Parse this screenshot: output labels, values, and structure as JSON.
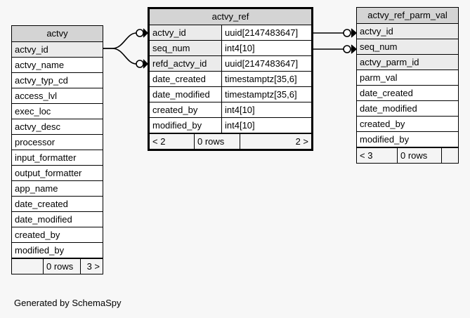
{
  "diagram": {
    "caption": "Generated by SchemaSpy",
    "background": "#f7f7f7",
    "header_fill": "#d4d4d4",
    "key_fill": "#ebebeb",
    "line_color": "#000000"
  },
  "tables": {
    "actvy": {
      "title": "actvy",
      "emphasized": false,
      "columns": [
        {
          "name": "actvy_id",
          "type": "",
          "key": true
        },
        {
          "name": "actvy_name",
          "type": "",
          "key": false
        },
        {
          "name": "actvy_typ_cd",
          "type": "",
          "key": false
        },
        {
          "name": "access_lvl",
          "type": "",
          "key": false
        },
        {
          "name": "exec_loc",
          "type": "",
          "key": false
        },
        {
          "name": "actvy_desc",
          "type": "",
          "key": false
        },
        {
          "name": "processor",
          "type": "",
          "key": false
        },
        {
          "name": "input_formatter",
          "type": "",
          "key": false
        },
        {
          "name": "output_formatter",
          "type": "",
          "key": false
        },
        {
          "name": "app_name",
          "type": "",
          "key": false
        },
        {
          "name": "date_created",
          "type": "",
          "key": false
        },
        {
          "name": "date_modified",
          "type": "",
          "key": false
        },
        {
          "name": "created_by",
          "type": "",
          "key": false
        },
        {
          "name": "modified_by",
          "type": "",
          "key": false
        }
      ],
      "footer": {
        "left": "",
        "center": "0 rows",
        "right": "3 >"
      }
    },
    "actvy_ref": {
      "title": "actvy_ref",
      "emphasized": true,
      "columns": [
        {
          "name": "actvy_id",
          "type": "uuid[2147483647]",
          "key": true
        },
        {
          "name": "seq_num",
          "type": "int4[10]",
          "key": true
        },
        {
          "name": "refd_actvy_id",
          "type": "uuid[2147483647]",
          "key": true
        },
        {
          "name": "date_created",
          "type": "timestamptz[35,6]",
          "key": false
        },
        {
          "name": "date_modified",
          "type": "timestamptz[35,6]",
          "key": false
        },
        {
          "name": "created_by",
          "type": "int4[10]",
          "key": false
        },
        {
          "name": "modified_by",
          "type": "int4[10]",
          "key": false
        }
      ],
      "footer": {
        "left": "< 2",
        "center": "0 rows",
        "right": "2 >"
      }
    },
    "actvy_ref_parm_val": {
      "title": "actvy_ref_parm_val",
      "emphasized": false,
      "columns": [
        {
          "name": "actvy_id",
          "type": "",
          "key": true
        },
        {
          "name": "seq_num",
          "type": "",
          "key": true
        },
        {
          "name": "actvy_parm_id",
          "type": "",
          "key": true
        },
        {
          "name": "parm_val",
          "type": "",
          "key": false
        },
        {
          "name": "date_created",
          "type": "",
          "key": false
        },
        {
          "name": "date_modified",
          "type": "",
          "key": false
        },
        {
          "name": "created_by",
          "type": "",
          "key": false
        },
        {
          "name": "modified_by",
          "type": "",
          "key": false
        }
      ],
      "footer": {
        "left": "< 3",
        "center": "0 rows",
        "right": ""
      }
    }
  },
  "relationships": [
    {
      "from": "actvy.actvy_id",
      "to": "actvy_ref.actvy_id"
    },
    {
      "from": "actvy.actvy_id",
      "to": "actvy_ref.refd_actvy_id"
    },
    {
      "from": "actvy_ref.actvy_id",
      "to": "actvy_ref_parm_val.actvy_id"
    },
    {
      "from": "actvy_ref.seq_num",
      "to": "actvy_ref_parm_val.seq_num"
    }
  ]
}
